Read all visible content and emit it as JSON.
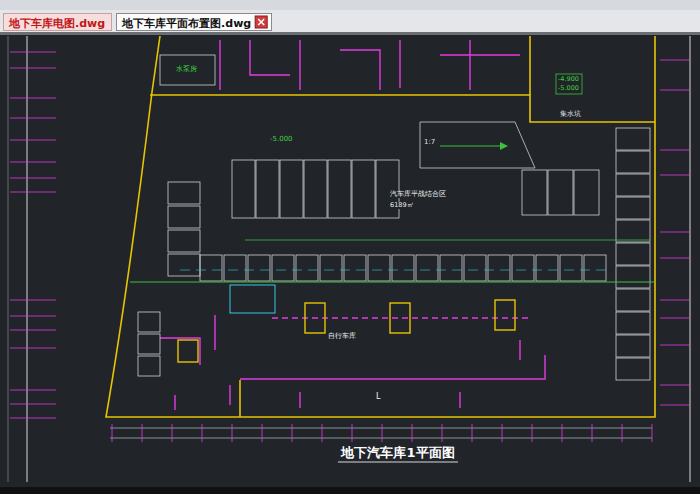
{
  "diagram": {
    "title": "地下汽车库1平面图",
    "nodes": [
      {
        "text": [
          "地下车库电图.dwg"
        ]
      },
      {
        "text": [
          "地下车库平面布置图.dwg"
        ]
      }
    ],
    "labels": [
      "-5.000",
      "-4.900",
      "-5.000",
      "1:7",
      "汽车库平战结合区",
      "6189㎡",
      "自行车库",
      "L",
      "水泵房",
      "集水坑"
    ]
  }
}
